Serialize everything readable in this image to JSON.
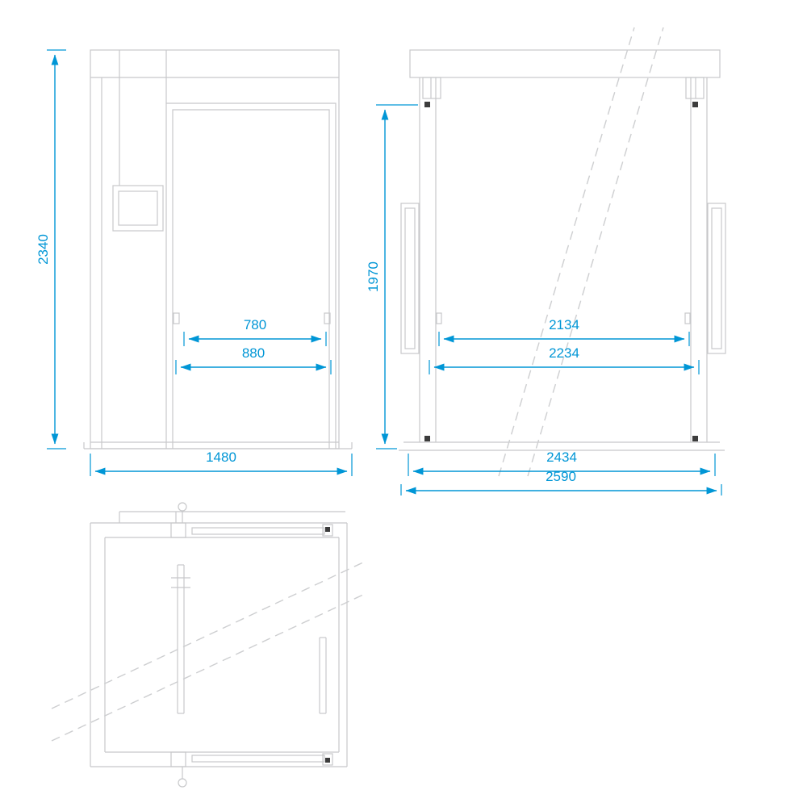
{
  "colors": {
    "drawing_lines": "#c7c8ca",
    "dashed_lines": "#cdced0",
    "dimension_accent": "#0096d6",
    "detail_dark": "#3c3c3c",
    "background": "#ffffff"
  },
  "front_view_dims": {
    "overall_height": "2340",
    "door_clear_width": "780",
    "door_leaf_width": "880",
    "overall_width": "1480"
  },
  "section_view_dims": {
    "door_clear_height": "1970",
    "clear_passage_width": "2134",
    "leaf_span_width": "2234",
    "frame_outer_width": "2434",
    "overall_width": "2590"
  }
}
